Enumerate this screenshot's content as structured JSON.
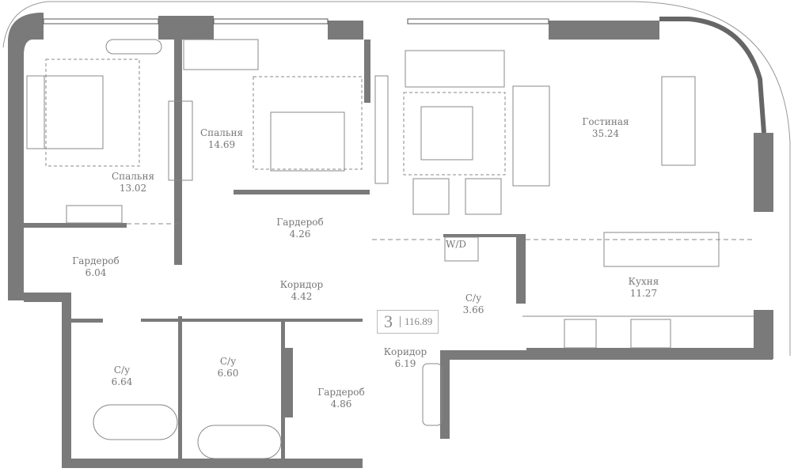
{
  "plan": {
    "rooms_count": "3",
    "total_area": "116.89",
    "colors": {
      "wall": "#7a7a7a",
      "line": "#888888",
      "text": "#777777"
    },
    "rooms": [
      {
        "id": "bedroom-1",
        "name": "Спальня",
        "area": "13.02"
      },
      {
        "id": "bedroom-2",
        "name": "Спальня",
        "area": "14.69"
      },
      {
        "id": "living",
        "name": "Гостиная",
        "area": "35.24"
      },
      {
        "id": "wardrobe-1",
        "name": "Гардероб",
        "area": "4.26"
      },
      {
        "id": "wardrobe-2",
        "name": "Гардероб",
        "area": "6.04"
      },
      {
        "id": "corridor-1",
        "name": "Коридор",
        "area": "4.42"
      },
      {
        "id": "bath-1",
        "name": "С/у",
        "area": "6.64"
      },
      {
        "id": "bath-2",
        "name": "С/у",
        "area": "6.60"
      },
      {
        "id": "wardrobe-3",
        "name": "Гардероб",
        "area": "4.86"
      },
      {
        "id": "corridor-2",
        "name": "Коридор",
        "area": "6.19"
      },
      {
        "id": "bath-3",
        "name": "С/у",
        "area": "3.66"
      },
      {
        "id": "kitchen",
        "name": "Кухня",
        "area": "11.27"
      }
    ],
    "washer_dryer_label": "W/D"
  }
}
